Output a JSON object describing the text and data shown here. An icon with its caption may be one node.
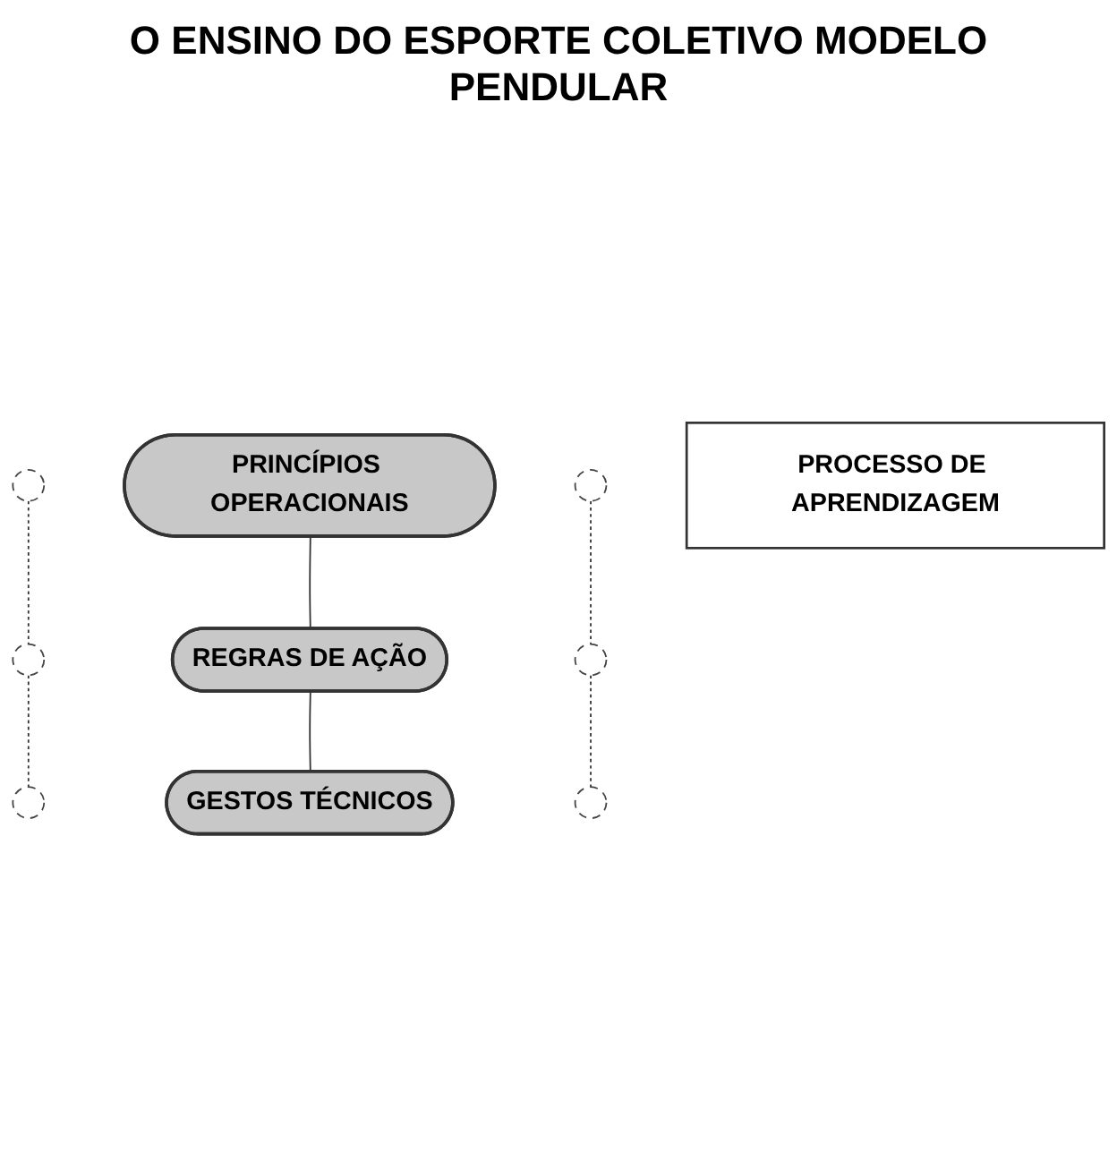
{
  "diagram": {
    "title": "O ENSINO DO ESPORTE COLETIVO MODELO PENDULAR",
    "nodes": [
      {
        "text": [],
        "shape": "ellipse"
      },
      {
        "text": [
          "PRINCÍPIOS OPERACIONAIS"
        ]
      },
      {
        "text": [],
        "shape": "ellipse"
      },
      {
        "text": [
          "PROCESSO DE APRENDIZAGEM"
        ]
      },
      {
        "text": [],
        "shape": "ellipse"
      },
      {
        "text": [
          "REGRAS DE AÇÃO"
        ]
      },
      {
        "text": [],
        "shape": "ellipse"
      },
      {
        "text": [],
        "shape": "ellipse"
      },
      {
        "text": [
          "GESTOS TÉCNICOS"
        ]
      },
      {
        "text": [],
        "shape": "ellipse"
      }
    ],
    "edges": [
      {
        "from": 1,
        "to": 5,
        "arrow": "none"
      },
      {
        "from": 5,
        "to": 8,
        "arrow": "none"
      },
      {
        "from": 0,
        "to": 4,
        "arrow": "none",
        "style": "dashed"
      },
      {
        "from": 2,
        "to": 6,
        "arrow": "none",
        "style": "dashed"
      },
      {
        "from": 4,
        "to": 7,
        "arrow": "none",
        "style": "dashed"
      },
      {
        "from": 6,
        "to": 9,
        "arrow": "none",
        "style": "dashed"
      }
    ]
  }
}
